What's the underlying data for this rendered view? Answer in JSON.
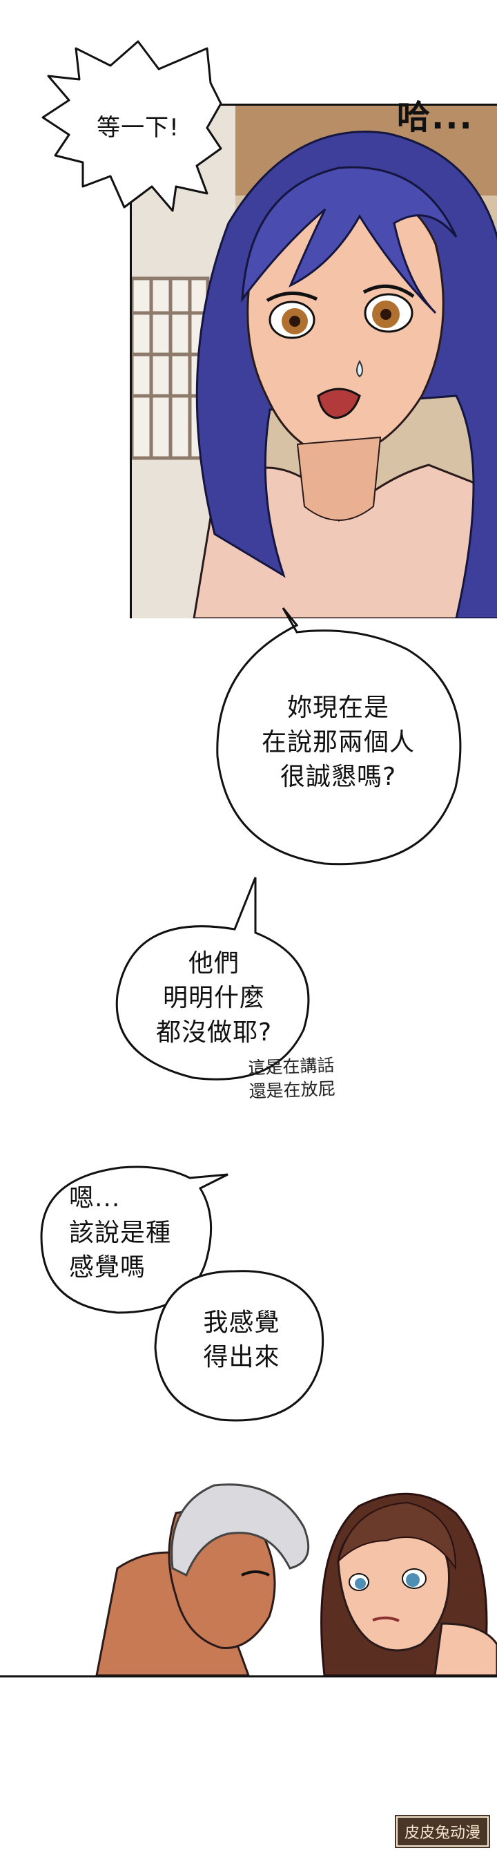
{
  "panel1": {
    "shout_bubble": "等一下!",
    "sfx": "哈..."
  },
  "bubbles": {
    "b1": "妳現在是\n在說那兩個人\n很誠懇嗎?",
    "b2": "他們\n明明什麼\n都沒做耶?",
    "b3": "嗯...\n該說是種\n感覺嗎",
    "b4": "我感覺\n得出來"
  },
  "scrawl": "這是在講話\n還是在放屁",
  "watermark": "皮皮兔动漫",
  "colors": {
    "hair_top_panel": "#3d3f9b",
    "skin": "#f4c3a8",
    "room_wall": "#c9a27d",
    "hair_bottom_woman": "#5a2f22",
    "hair_man": "#d9d9de",
    "skin_man": "#c87a55"
  }
}
